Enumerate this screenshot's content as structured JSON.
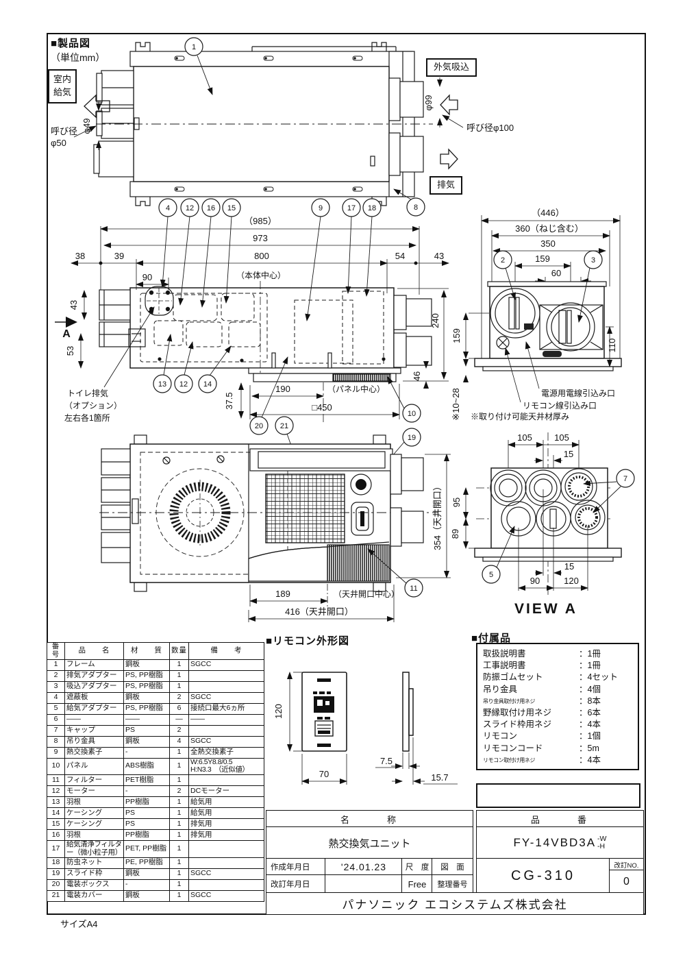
{
  "sections": {
    "product_title": "■製品図",
    "unit_note": "（単位mm）",
    "remote_title": "■リモコン外形図",
    "accessories_title": "■付属品",
    "size_label": "サイズA4"
  },
  "boxes": {
    "indoor_line1": "室内",
    "indoor_line2": "給気",
    "outdoor_intake": "外気吸込",
    "exhaust": "排気"
  },
  "dims": {
    "phi49": "φ49",
    "nominal50_l1": "呼び径",
    "nominal50_l2": "φ50",
    "phi99": "φ99",
    "nominal100": "呼び径φ100",
    "overall985": "（985）",
    "d973": "973",
    "d800": "800",
    "d38": "38",
    "d39": "39",
    "d90": "90",
    "d54": "54",
    "d43a": "43",
    "body_center": "（本体中心）",
    "d43b": "43",
    "d53": "53",
    "view_arrow": "A",
    "toilet1": "トイレ排気",
    "toilet2": "（オプション）",
    "toilet3": "左右各1箇所",
    "d240": "240",
    "d46": "46",
    "d37_5": "37.5",
    "d190": "190",
    "panel_center": "（パネル中心）",
    "sq450": "□450",
    "overall446": "（446）",
    "d360": "360（ねじ含む）",
    "d350": "350",
    "d159a": "159",
    "d60": "60",
    "d159b": "159",
    "d110": "110",
    "d10_28": "※10~28",
    "power_inlet": "電源用電線引込み口",
    "remote_inlet": "リモコン線引込み口",
    "ceiling_note": "※取り付け可能天井材厚み",
    "d354": "354（天井開口）",
    "d189": "189",
    "ceil_center": "（天井開口中心）",
    "d416": "416（天井開口）",
    "d105a": "105",
    "d105b": "105",
    "d15a": "15",
    "d95": "95",
    "d89": "89",
    "d15b": "15",
    "d90b": "90",
    "d120": "120",
    "view_a_title": "VIEW A",
    "r120": "120",
    "r70": "70",
    "r7_5": "7.5",
    "r15_7": "15.7"
  },
  "balloons": {
    "b1": "1",
    "b2": "2",
    "b3": "3",
    "b4": "4",
    "b5": "5",
    "b7": "7",
    "b8": "8",
    "b9": "9",
    "b10": "10",
    "b11": "11",
    "b12": "12",
    "b12b": "12",
    "b13": "13",
    "b14": "14",
    "b15": "15",
    "b16": "16",
    "b17": "17",
    "b18": "18",
    "b19": "19",
    "b20": "20",
    "b21": "21"
  },
  "parts_table": {
    "headers": [
      "番号",
      "品　　名",
      "材　　質",
      "数量",
      "備　　考"
    ],
    "rows": [
      [
        "1",
        "フレーム",
        "鋼板",
        "1",
        "SGCC"
      ],
      [
        "2",
        "排気アダプター",
        "PS, PP樹脂",
        "1",
        ""
      ],
      [
        "3",
        "吸込アダプター",
        "PS, PP樹脂",
        "1",
        ""
      ],
      [
        "4",
        "遮蔽板",
        "鋼板",
        "2",
        "SGCC"
      ],
      [
        "5",
        "給気アダプター",
        "PS, PP樹脂",
        "6",
        "接続口最大6ヵ所"
      ],
      [
        "6",
        "――",
        "――",
        "―",
        "――"
      ],
      [
        "7",
        "キャップ",
        "PS",
        "2",
        ""
      ],
      [
        "8",
        "吊り金具",
        "鋼板",
        "4",
        "SGCC"
      ],
      [
        "9",
        "熱交換素子",
        "-",
        "1",
        "全熱交換素子"
      ],
      [
        "10",
        "パネル",
        "ABS樹脂",
        "1",
        "W:6.5Y8.8/0.5\nH:N3.3　（近似値）"
      ],
      [
        "11",
        "フィルター",
        "PET樹脂",
        "1",
        ""
      ],
      [
        "12",
        "モーター",
        "-",
        "2",
        "DCモーター"
      ],
      [
        "13",
        "羽根",
        "PP樹脂",
        "1",
        "給気用"
      ],
      [
        "14",
        "ケーシング",
        "PS",
        "1",
        "給気用"
      ],
      [
        "15",
        "ケーシング",
        "PS",
        "1",
        "排気用"
      ],
      [
        "16",
        "羽根",
        "PP樹脂",
        "1",
        "排気用"
      ],
      [
        "17",
        "給気清浄フィルター（微小粒子用）",
        "PET, PP樹脂",
        "1",
        ""
      ],
      [
        "18",
        "防虫ネット",
        "PE, PP樹脂",
        "1",
        ""
      ],
      [
        "19",
        "スライド枠",
        "鋼板",
        "1",
        "SGCC"
      ],
      [
        "20",
        "電装ボックス",
        "-",
        "1",
        ""
      ],
      [
        "21",
        "電装カバー",
        "鋼板",
        "1",
        "SGCC"
      ]
    ]
  },
  "accessories": {
    "items": [
      {
        "name": "取扱説明書",
        "qty": "：1冊"
      },
      {
        "name": "工事説明書",
        "qty": "：1冊"
      },
      {
        "name": "防振ゴムセット",
        "qty": "：4セット"
      },
      {
        "name": "吊り金具",
        "qty": "：4個"
      },
      {
        "name": "吊り金具取付け用ネジ",
        "qty": "：8本"
      },
      {
        "name": "野縁取付け用ネジ",
        "qty": "：6本"
      },
      {
        "name": "スライド枠用ネジ",
        "qty": "：4本"
      },
      {
        "name": "リモコン",
        "qty": "：1個"
      },
      {
        "name": "リモコンコード",
        "qty": "：5m"
      },
      {
        "name": "リモコン取付け用ネジ",
        "qty": "：4本"
      }
    ]
  },
  "title_block": {
    "name_label": "名　　　称",
    "name_value": "熱交換気ユニット",
    "number_label": "品　　　番",
    "number_value": "FY-14VBD3A",
    "suffix_w": "-W",
    "suffix_h": "-H",
    "created_label": "作成年月日",
    "created_value": "'24.01.23",
    "revised_label": "改訂年月日",
    "revised_value": "",
    "scale_label": "尺　度",
    "scale_value": "Free",
    "drawing_label_1": "図　面",
    "drawing_label_2": "整理番号",
    "drawing_number": "CG-310",
    "rev_label": "改訂NO.",
    "rev_value": "0",
    "company": "パナソニック エコシステムズ株式会社"
  }
}
